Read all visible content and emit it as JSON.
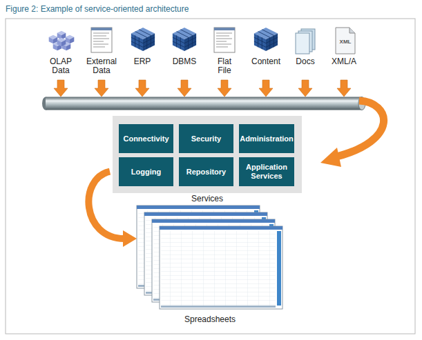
{
  "diagram": {
    "title": "Figure 2: Example of service-oriented architecture",
    "nodes": [
      {
        "text": [
          "Services"
        ]
      },
      {
        "text": [
          "Connectivity"
        ],
        "in": 0
      },
      {
        "text": [
          "Security"
        ],
        "in": 0
      },
      {
        "text": [
          "Administration"
        ],
        "in": 0
      },
      {
        "text": [
          "Logging"
        ],
        "in": 0
      },
      {
        "text": [
          "Repository"
        ],
        "in": 0
      },
      {
        "text": [
          "Application Services"
        ],
        "in": 0
      },
      {
        "text": [
          "Spreadsheets"
        ]
      }
    ],
    "edges": [
      {
        "from": 0,
        "to": 7,
        "arrow": "to"
      }
    ],
    "labels": [
      "OLAP Data",
      "External Data",
      "ERP",
      "DBMS",
      "Flat File",
      "Content",
      "Docs",
      "XML/A",
      "XML"
    ]
  }
}
